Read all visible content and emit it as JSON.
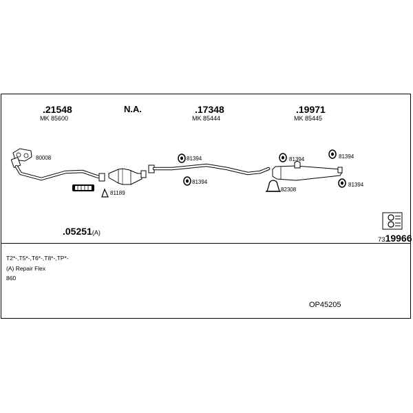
{
  "parts": {
    "front_pipe": {
      "number": ".21548",
      "mk": "MK 85600"
    },
    "catalyst": {
      "number": "N.A."
    },
    "middle_pipe": {
      "number": ".17348",
      "mk": "MK 85444"
    },
    "rear_silencer": {
      "number": ".19971",
      "mk": "MK 85445"
    },
    "flex": {
      "number": ".05251",
      "suffix": "(A)"
    }
  },
  "fittings": {
    "gasket_80008": "80008",
    "flex_81189": "81189",
    "hanger_mid_top": "81394",
    "hanger_mid_bottom": "81394",
    "hanger_rear_front": "81394",
    "hanger_rear_top": "81394",
    "hanger_rear_bottom": "81394",
    "clamp_82308": "82308"
  },
  "kit": {
    "prefix": "73",
    "number": "19966"
  },
  "notes": {
    "codes": "T2*-,T5*-,T6*-,T8*-,TP*-",
    "repair_flex": "(A) Repair Flex",
    "quantity": "860"
  },
  "reference": "OP45205"
}
